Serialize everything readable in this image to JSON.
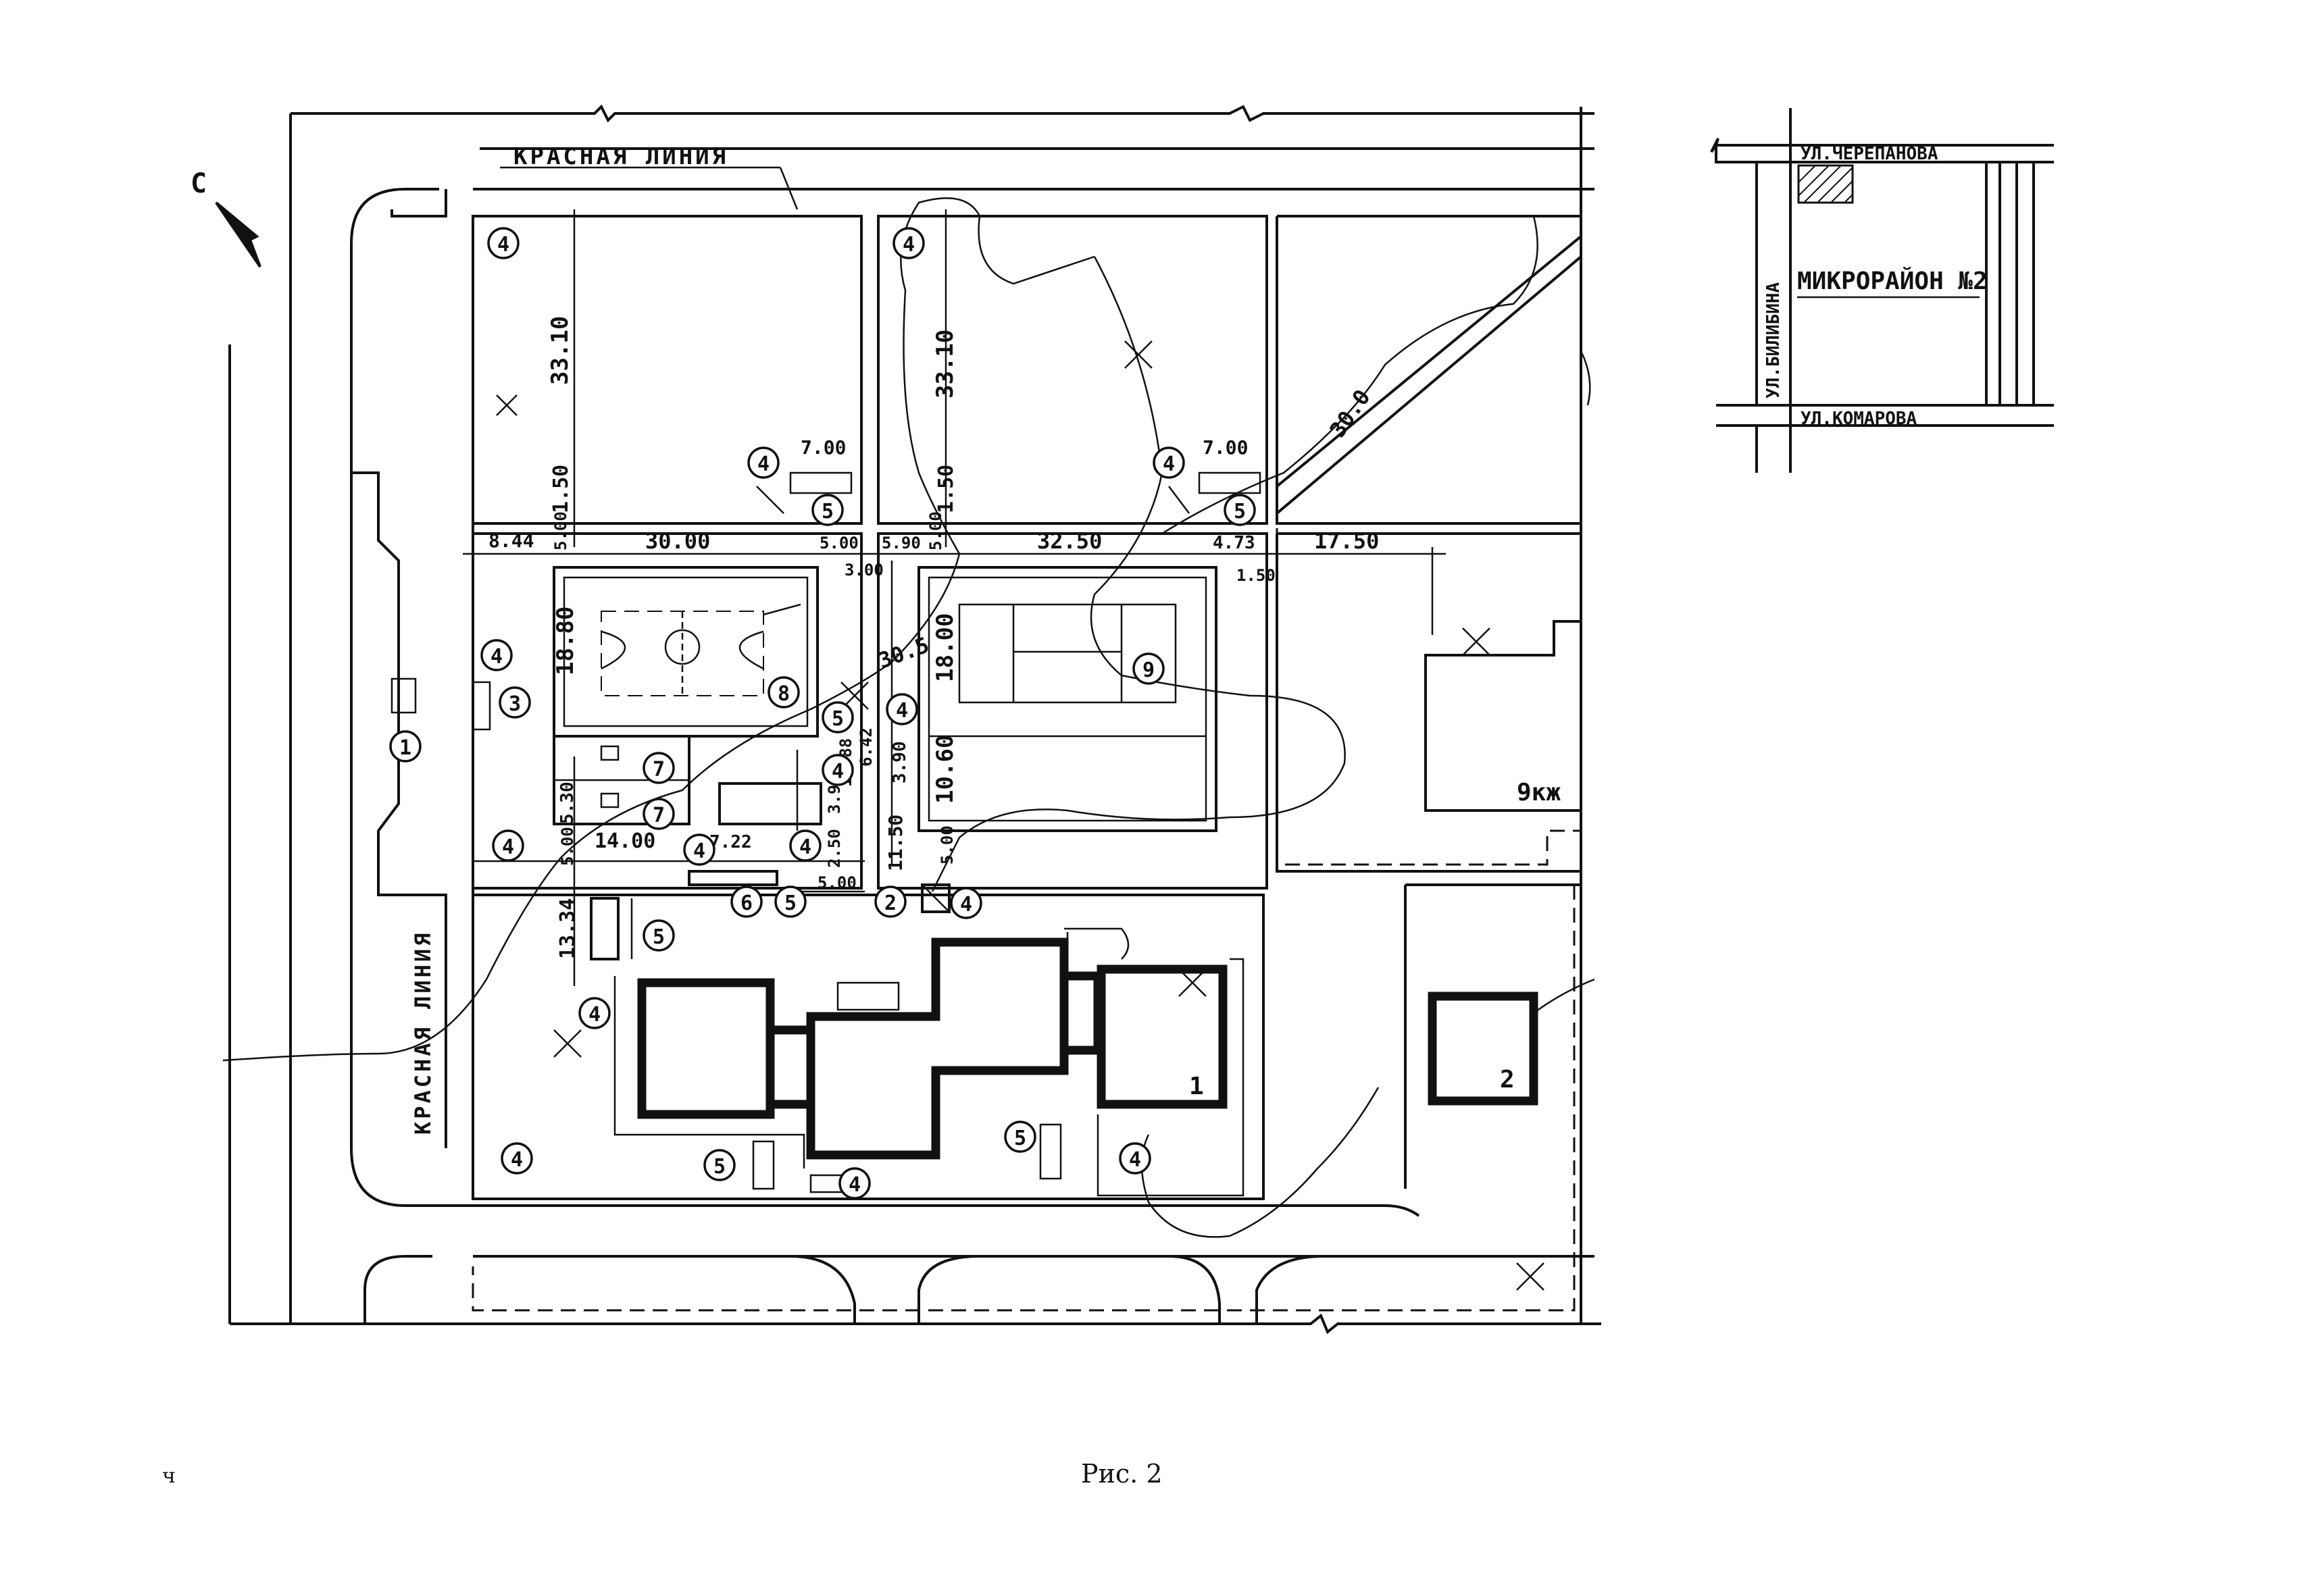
{
  "caption": "Рис. 2",
  "north_label": "С",
  "page_mark": "ч",
  "red_line_top": "КРАСНАЯ ЛИНИЯ",
  "red_line_left": "КРАСНАЯ ЛИНИЯ",
  "inset": {
    "street_top": "УЛ.ЧЕРЕПАНОВА",
    "street_bottom": "УЛ.КОМАРОВА",
    "street_left": "УЛ.БИЛИБИНА",
    "district": "МИКРОРАЙОН №2"
  },
  "building_9": "9кж",
  "building_1": "1",
  "building_2": "2",
  "dimensions": {
    "d_3310_a": "33.10",
    "d_3310_b": "33.10",
    "d_150_a": "1.50",
    "d_150_b": "1.50",
    "d_700_a": "7.00",
    "d_700_b": "7.00",
    "d_844": "8.44",
    "d_500_a": "5.00",
    "d_3000": "30.00",
    "d_500_b": "5.00",
    "d_590": "5.90",
    "d_500_c": "5.00",
    "d_3250": "32.50",
    "d_473": "4.73",
    "d_1750": "17.50",
    "d_300": "3.00",
    "d_150_c": "1.50",
    "d_1880": "18.80",
    "d_1800": "18.00",
    "d_1060": "10.60",
    "d_1150": "11.50",
    "d_530": "5.30",
    "d_1400": "14.00",
    "d_722": "7.22",
    "d_250": "2.50",
    "d_390": "3.90",
    "d_1888": "18.88",
    "d_642": "6.42",
    "d_500_d": "5.00",
    "d_500_e": "5.00",
    "d_500_f": "5.00",
    "d_1334": "13.34",
    "d_305": "30.5",
    "d_300b": "30.0",
    "d_390b": "3.90"
  },
  "markers": [
    "1",
    "2",
    "3",
    "4",
    "5",
    "6",
    "7",
    "8",
    "9"
  ]
}
